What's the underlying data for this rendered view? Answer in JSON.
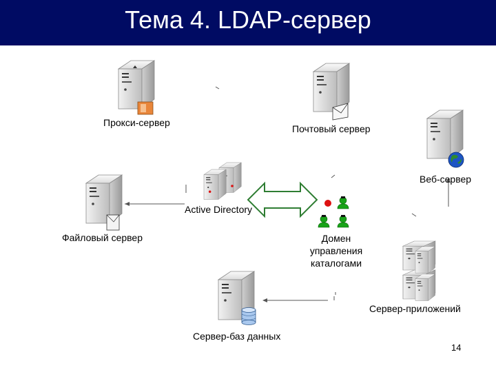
{
  "slide": {
    "title": "Тема 4. LDAP-сервер",
    "page_number": "14"
  },
  "nodes": {
    "proxy": "Прокси-сервер",
    "mail": "Почтовый сервер",
    "web": "Веб-сервер",
    "active_directory": "Active Directory",
    "file": "Файловый сервер",
    "domain_line1": "Домен",
    "domain_line2": "управления",
    "domain_line3": "каталогами",
    "app": "Сервер-приложений",
    "db": "Сервер-баз данных"
  },
  "colors": {
    "title_bar": "#000b63",
    "arrow_fill": "#ffffff",
    "arrow_stroke": "#2e7d32",
    "user_green": "#19a319",
    "red_dot": "#dd1111"
  }
}
